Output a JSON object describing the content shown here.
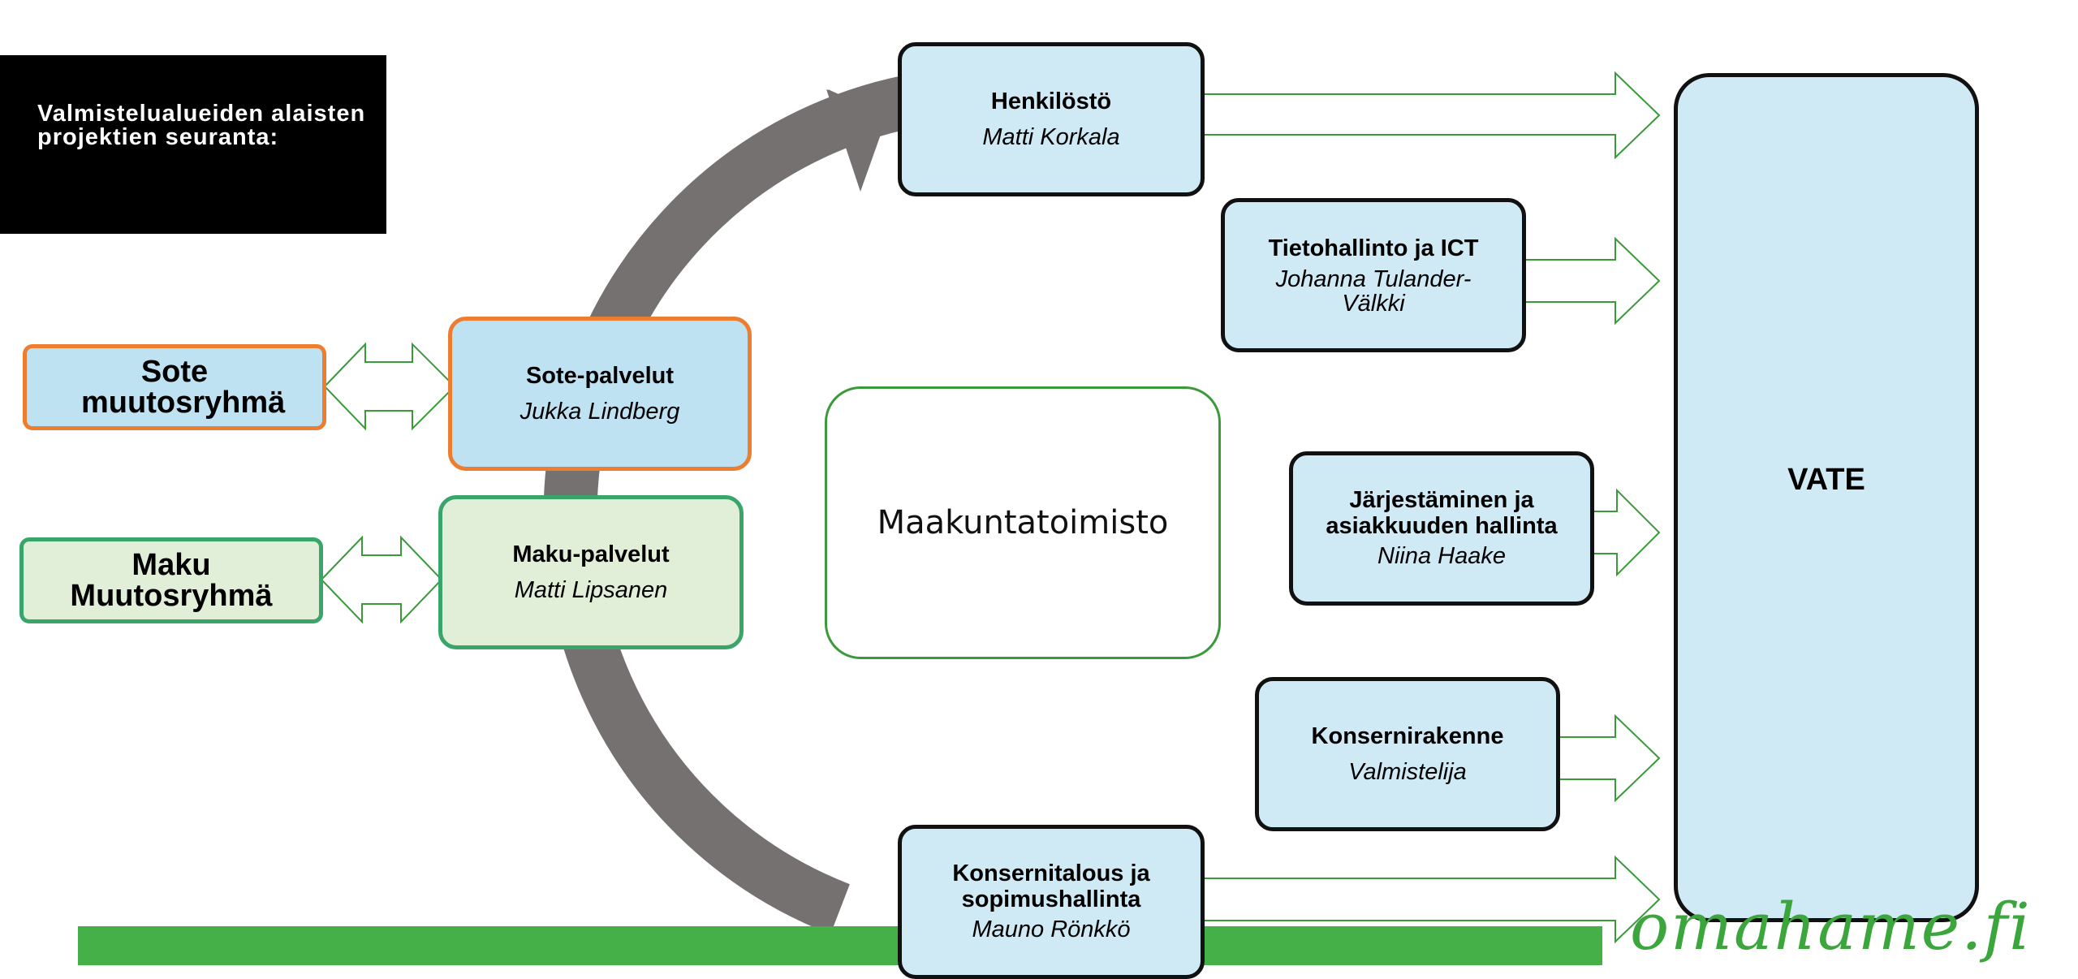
{
  "banner": {
    "text": "Valmistelualueiden alaisten projektien seuranta:"
  },
  "center": {
    "label": "Maakuntatoimisto"
  },
  "vate": {
    "label": "VATE"
  },
  "groups": {
    "sote": {
      "label": "Sote muutosryhmä"
    },
    "maku": {
      "label": "Maku Muutosryhmä"
    }
  },
  "left_nodes": [
    {
      "title": "Sote-palvelut",
      "person": "Jukka Lindberg"
    },
    {
      "title": "Maku-palvelut",
      "person": "Matti Lipsanen"
    }
  ],
  "right_nodes": [
    {
      "title": "Henkilöstö",
      "person": "Matti Korkala"
    },
    {
      "title": "Tietohallinto ja ICT",
      "person": "Johanna Tulander-Välkki"
    },
    {
      "title": "Järjestäminen ja asiakkuuden hallinta",
      "person": "Niina Haake"
    },
    {
      "title": "Konsernirakenne",
      "person": "Valmistelija"
    },
    {
      "title": "Konsernitalous ja sopimushallinta",
      "person": "Mauno Rönkkö"
    }
  ],
  "footer": {
    "logo": "omahame.fi"
  },
  "colors": {
    "node_fill": "#cfeaf5",
    "sote_border": "#ed7d31",
    "maku_border": "#3aa56a",
    "maku_fill": "#e1efd8",
    "cycle_arrow": "#767171",
    "flow_arrow": "#3a9a3a",
    "brand_green": "#45b048"
  }
}
